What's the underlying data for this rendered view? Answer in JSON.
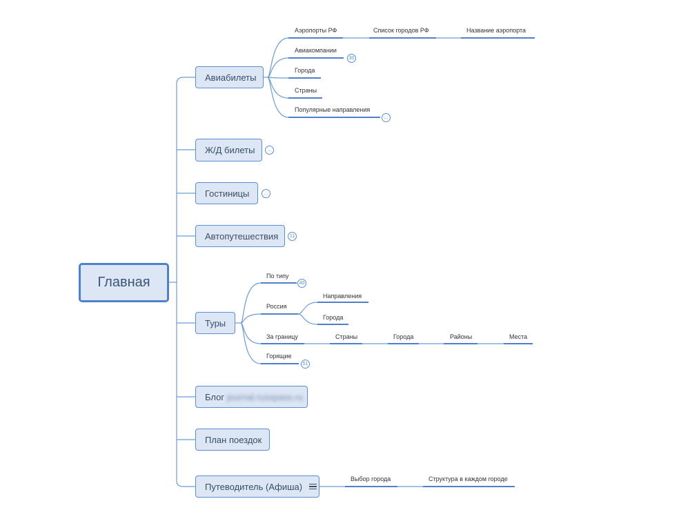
{
  "root": {
    "label": "Главная"
  },
  "branches": {
    "avia": {
      "label": "Авиабилеты"
    },
    "rail": {
      "label": "Ж/Д билеты",
      "badge": "..."
    },
    "hotels": {
      "label": "Гостиницы",
      "badge": "..."
    },
    "auto": {
      "label": "Автопутешествия",
      "badge": "11"
    },
    "tours": {
      "label": "Туры"
    },
    "blog": {
      "label": "Блог",
      "link_blurred": "journal.russpass.ru"
    },
    "plan": {
      "label": "План поездок"
    },
    "guide": {
      "label": "Путеводитель (Афиша)"
    }
  },
  "avia_children": {
    "airports": "Аэропорты РФ",
    "airports_cities": "Список городов РФ",
    "airports_name": "Название аэропорта",
    "airlines": "Авиакомпании",
    "airlines_badge": "30",
    "cities": "Города",
    "countries": "Страны",
    "popular": "Популярные направления",
    "popular_badge": "..."
  },
  "tours_children": {
    "by_type": "По типу",
    "by_type_badge": "40",
    "russia": "Россия",
    "russia_directions": "Направления",
    "russia_cities": "Города",
    "abroad": "За границу",
    "abroad_countries": "Страны",
    "abroad_cities": "Города",
    "abroad_districts": "Районы",
    "abroad_places": "Места",
    "hot": "Горящие",
    "hot_badge": "51"
  },
  "guide_children": {
    "city_select": "Выбор города",
    "city_structure": "Структура в каждом городе"
  }
}
